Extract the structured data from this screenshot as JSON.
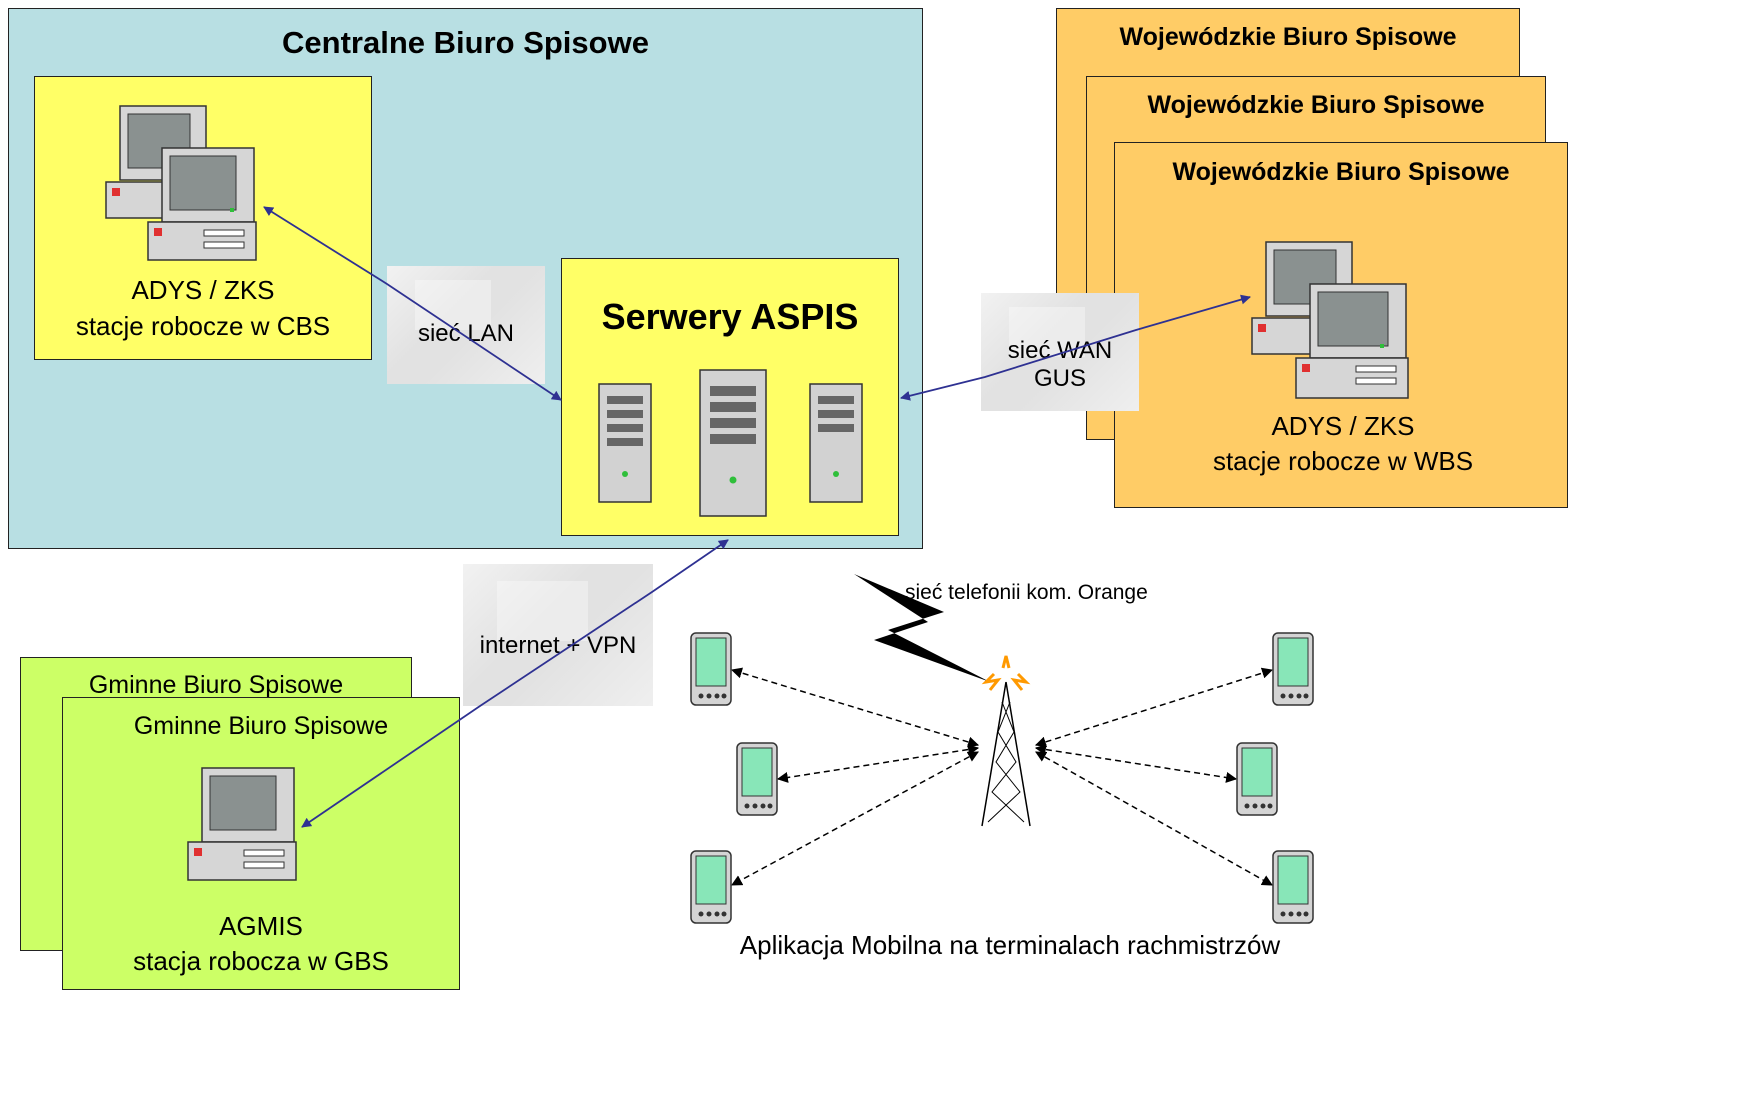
{
  "cbs": {
    "title": "Centralne Biuro Spisowe",
    "workstations": {
      "line1": "ADYS / ZKS",
      "line2": "stacje robocze w CBS"
    },
    "servers": {
      "title": "Serwery ASPIS"
    }
  },
  "wbs": {
    "titles": [
      "Wojewódzkie Biuro Spisowe",
      "Wojewódzkie Biuro Spisowe",
      "Wojewódzkie Biuro Spisowe"
    ],
    "workstations": {
      "line1": "ADYS / ZKS",
      "line2": "stacje robocze w WBS"
    }
  },
  "gbs": {
    "titles": [
      "Gminne Biuro Spisowe",
      "Gminne Biuro Spisowe"
    ],
    "workstation": {
      "line1": "AGMIS",
      "line2": "stacja robocza w GBS"
    }
  },
  "networks": {
    "lan": "sieć LAN",
    "wan": {
      "line1": "sieć WAN",
      "line2": "GUS"
    },
    "internet": "internet + VPN",
    "mobile": "sieć telefonii kom. Orange"
  },
  "mobile_app": "Aplikacja Mobilna na terminalach rachmistrzów",
  "colors": {
    "cbs_bg": "#b8dfe3",
    "yellow": "#ffff66",
    "wbs_bg": "#ffcc66",
    "gbs_bg": "#ccff66",
    "arrow": "#2e3192",
    "cloud": "#e2e2e2"
  }
}
